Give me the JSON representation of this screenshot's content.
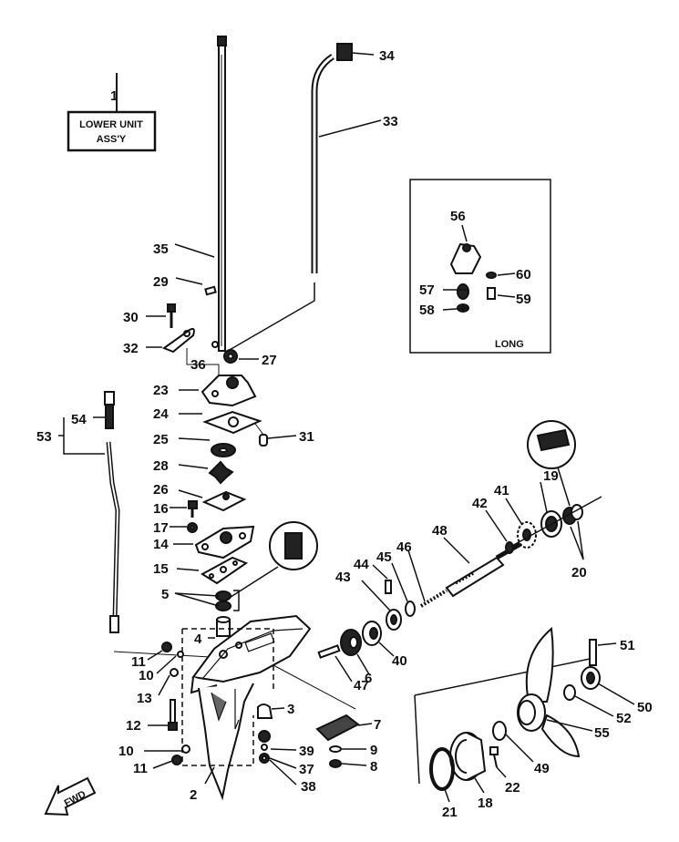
{
  "title_box": {
    "line1": "LOWER UNIT",
    "line2": "ASS'Y",
    "ref": "1"
  },
  "inset": {
    "label": "LONG"
  },
  "fwd": "FWD",
  "callouts": {
    "c1": "1",
    "c2": "2",
    "c3": "3",
    "c5": "5",
    "c4": "4",
    "c6": "6",
    "c7": "7",
    "c8": "8",
    "c9": "9",
    "c10a": "10",
    "c10b": "10",
    "c11a": "11",
    "c11b": "11",
    "c12": "12",
    "c13": "13",
    "c14": "14",
    "c15": "15",
    "c16": "16",
    "c17": "17",
    "c18": "18",
    "c19": "19",
    "c20": "20",
    "c21": "21",
    "c22": "22",
    "c23": "23",
    "c24": "24",
    "c25": "25",
    "c26": "26",
    "c27": "27",
    "c28": "28",
    "c29": "29",
    "c30": "30",
    "c31": "31",
    "c32": "32",
    "c33": "33",
    "c34": "34",
    "c35": "35",
    "c36": "36",
    "c37": "37",
    "c38": "38",
    "c39": "39",
    "c40": "40",
    "c41": "41",
    "c42": "42",
    "c43": "43",
    "c44": "44",
    "c45": "45",
    "c46": "46",
    "c47": "47",
    "c48": "48",
    "c49": "49",
    "c50": "50",
    "c51": "51",
    "c52": "52",
    "c53": "53",
    "c54": "54",
    "c55": "55",
    "c56": "56",
    "c57": "57",
    "c58": "58",
    "c59": "59",
    "c60": "60"
  }
}
